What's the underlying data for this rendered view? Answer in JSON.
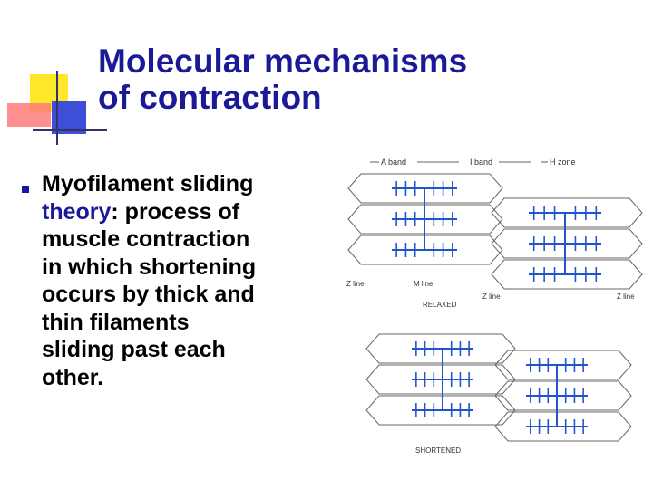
{
  "slide": {
    "title_line1": "Molecular mechanisms",
    "title_line2": "of contraction",
    "term_part1": "Myofilament sliding",
    "term_part2": "theory",
    "definition_rest": ": process of",
    "definition_lines": [
      "muscle contraction",
      "in which shortening",
      "occurs by thick and",
      "thin filaments",
      "sliding past each",
      "other."
    ]
  },
  "figure": {
    "labels": {
      "a_band": "A band",
      "i_band": "I band",
      "h_zone": "H zone",
      "z_line_left": "Z line",
      "m_line": "M line",
      "z_line_mid": "Z line",
      "z_line_right": "Z line",
      "relaxed": "RELAXED",
      "shortened": "SHORTENED"
    },
    "colors": {
      "filament_blue": "#2255cc",
      "outline_gray": "#666666",
      "title_blue": "#1a1a99"
    }
  }
}
